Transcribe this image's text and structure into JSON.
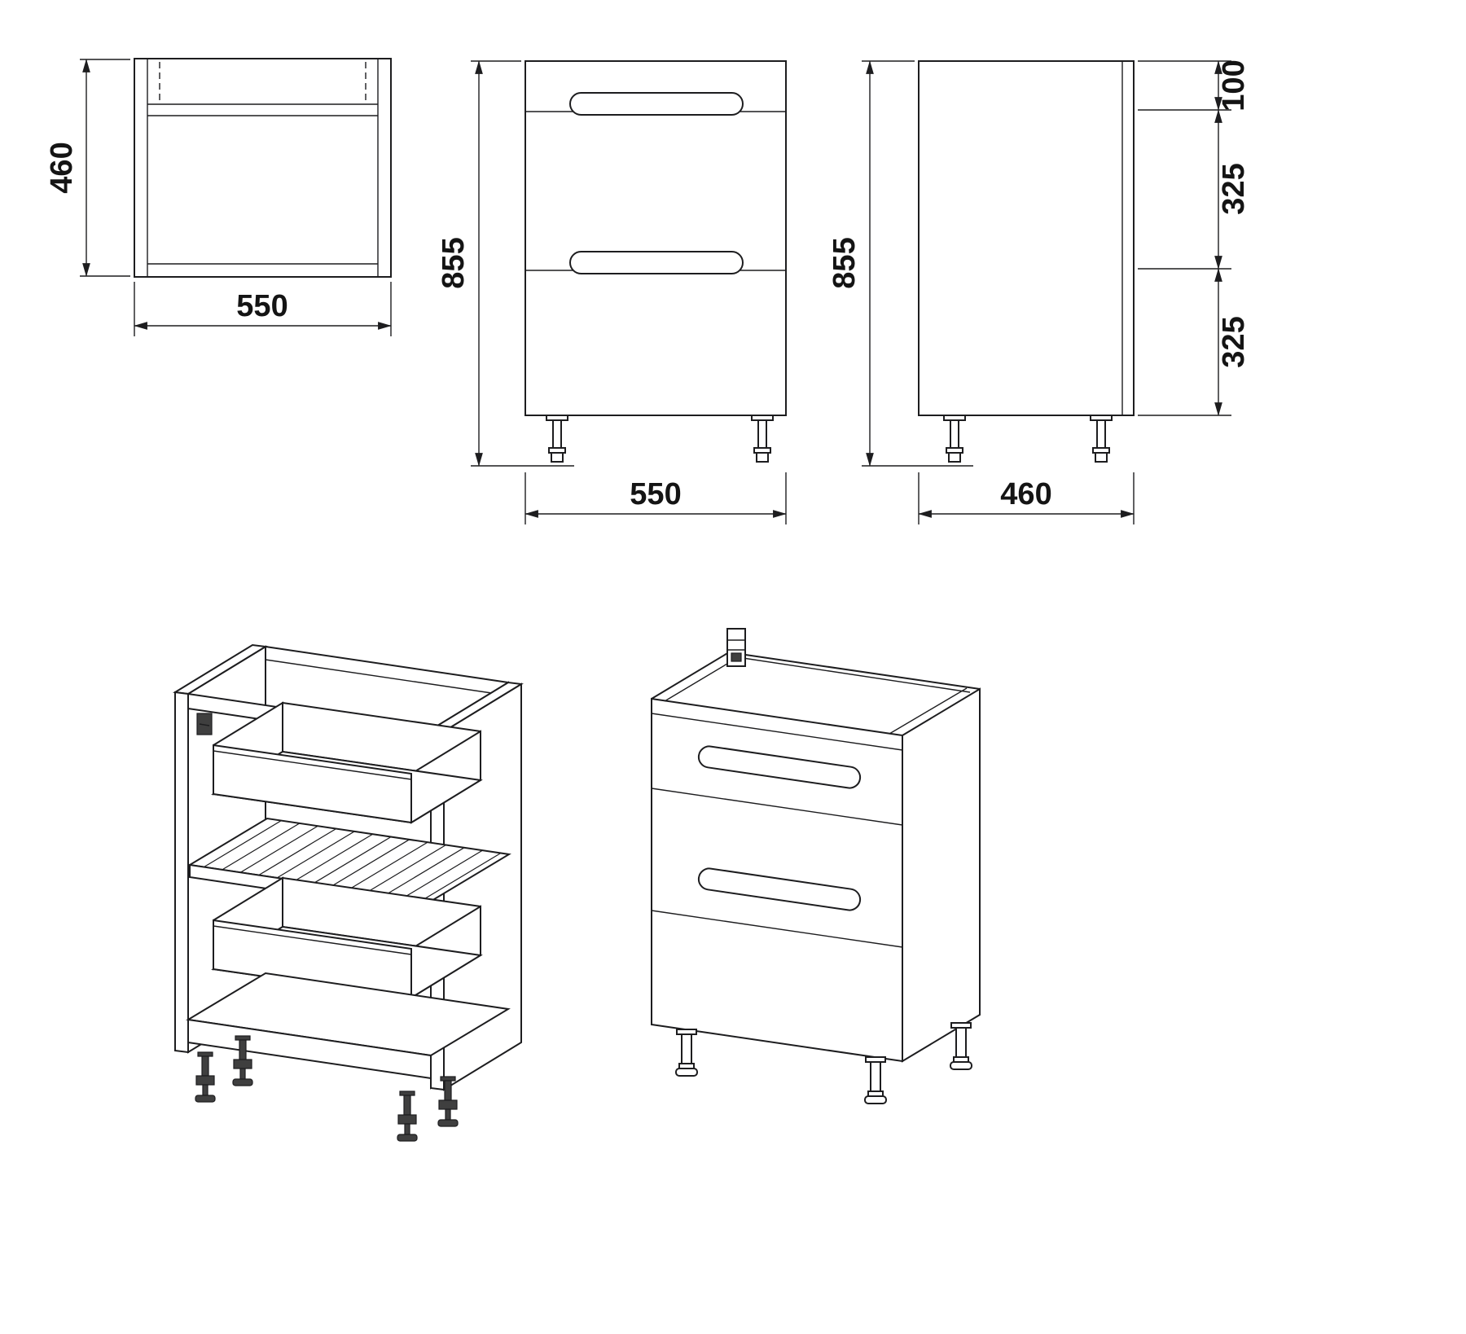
{
  "drawing": {
    "kind": "furniture-technical-drawing",
    "subject": "two-drawer floor cabinet",
    "line_color": "#1d1d1f",
    "background": "#ffffff"
  },
  "dimensions": {
    "top_view": {
      "depth": "460",
      "width": "550"
    },
    "front_view": {
      "height": "855",
      "width": "550"
    },
    "side_view": {
      "height": "855",
      "segment_top": "100",
      "segment_middle": "325",
      "segment_bottom": "325",
      "depth": "460"
    }
  }
}
